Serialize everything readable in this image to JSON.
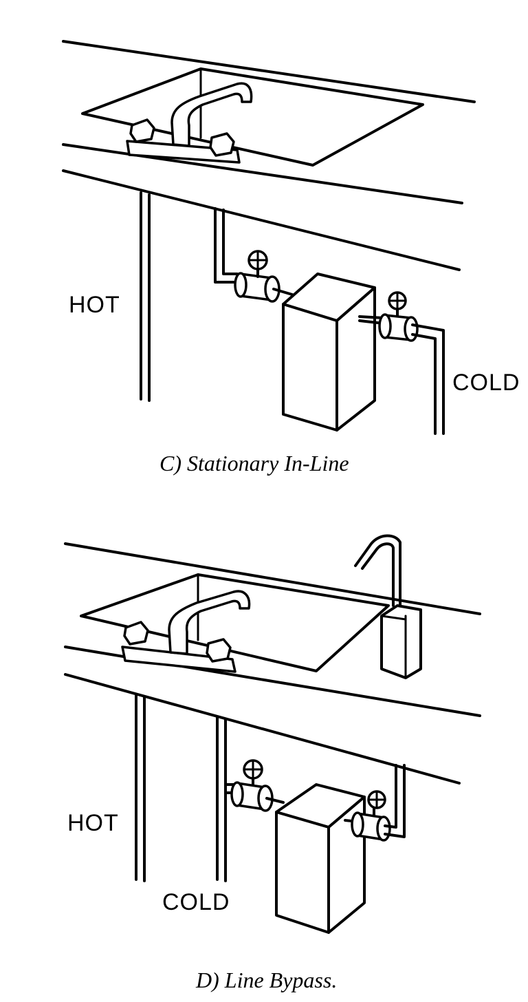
{
  "diagram_c": {
    "hot_label": "HOT",
    "cold_label": "COLD",
    "caption": "C) Stationary In-Line"
  },
  "diagram_d": {
    "hot_label": "HOT",
    "cold_label": "COLD",
    "caption": "D) Line Bypass."
  },
  "colors": {
    "ink": "#000000",
    "paper": "#ffffff"
  }
}
